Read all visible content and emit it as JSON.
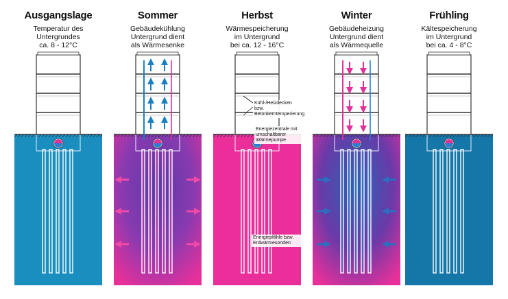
{
  "panels": [
    {
      "key": "ausgangslage",
      "title": "Ausgangslage",
      "lines": [
        "Temperatur des",
        "Untergrundes",
        "ca. 8 - 12°C"
      ],
      "ground": "plain-blue",
      "arrows": "none",
      "interior": "none"
    },
    {
      "key": "sommer",
      "title": "Sommer",
      "lines": [
        "Gebäudekühlung",
        "Untergrund dient",
        "als Wärmesenke"
      ],
      "ground": "blue-pink-halo",
      "arrows": "outward-pink",
      "interior": "up-blue"
    },
    {
      "key": "herbst",
      "title": "Herbst",
      "lines": [
        "Wärmespeicherung",
        "im Untergrund",
        "bei ca. 12 - 16°C"
      ],
      "ground": "plain-pink",
      "arrows": "none",
      "interior": "none"
    },
    {
      "key": "winter",
      "title": "Winter",
      "lines": [
        "Gebäudeheizung",
        "Untergrund dient",
        "als Wärmequelle"
      ],
      "ground": "pink-blue-halo",
      "arrows": "inward-blue",
      "interior": "down-pink"
    },
    {
      "key": "fruehling",
      "title": "Frühling",
      "lines": [
        "Kältespeicherung",
        "im Untergrund",
        "bei ca. 4 - 8°C"
      ],
      "ground": "plain-darkblue",
      "arrows": "none",
      "interior": "none"
    }
  ],
  "annotations": {
    "ceiling": "Kühl-/Heizdecken bzw. Betonkerntemperierung",
    "central": "Energiezentrale mit umschaltbarer Wärmepumpe",
    "piles": "Energiepfähle bzw. Erdwärmesonden"
  },
  "colors": {
    "blue": "#1a8fbf",
    "darkblue": "#1477a8",
    "pink": "#ea2f9a",
    "magenta": "#e0309a",
    "building": "#ffffff",
    "outline": "#333333"
  }
}
